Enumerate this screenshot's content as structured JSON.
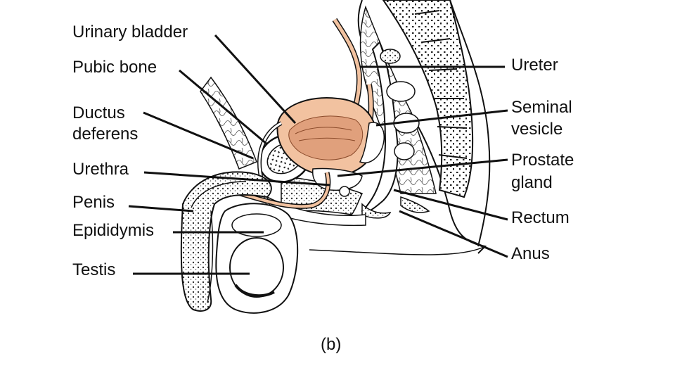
{
  "caption": "(b)",
  "labels": {
    "urinary_bladder": "Urinary bladder",
    "pubic_bone": "Pubic bone",
    "ductus_deferens_1": "Ductus",
    "ductus_deferens_2": "deferens",
    "urethra": "Urethra",
    "penis": "Penis",
    "epididymis": "Epididymis",
    "testis": "Testis",
    "ureter": "Ureter",
    "seminal_vesicle_1": "Seminal",
    "seminal_vesicle_2": "vesicle",
    "prostate_gland_1": "Prostate",
    "prostate_gland_2": "gland",
    "rectum": "Rectum",
    "anus": "Anus"
  },
  "colors": {
    "organ_fill": "#f2c2a0",
    "organ_dark": "#e0a07c",
    "tissue_dark": "#1b1b1b",
    "line": "#111111"
  }
}
